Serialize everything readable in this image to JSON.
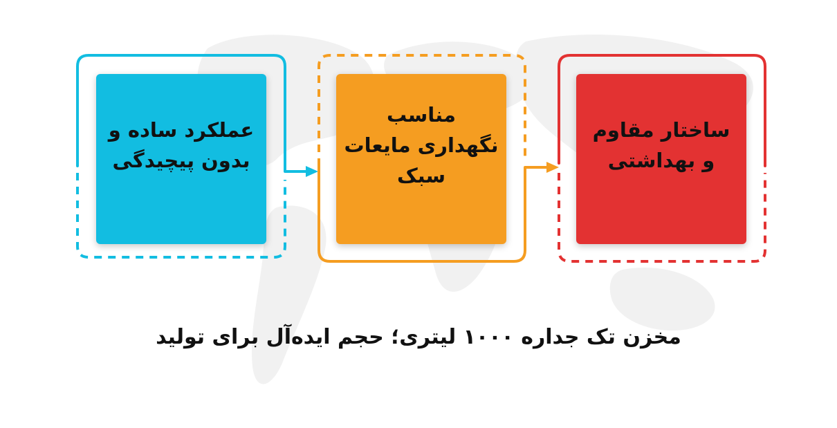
{
  "steps": [
    {
      "label": "عملکرد ساده و بدون پیچیدگی",
      "color": "#12bde1"
    },
    {
      "label": "مناسب نگهداری مایعات سبک",
      "color": "#f59d21"
    },
    {
      "label": "ساختار مقاوم و بهداشتی",
      "color": "#e33232"
    }
  ],
  "headline": "مخزن تک جداره ۱۰۰۰ لیتری؛ حجم ایده‌آل برای تولید",
  "colors": {
    "blue": "#12bde1",
    "orange": "#f59d21",
    "red": "#e33232",
    "map": "#f1f1f1"
  }
}
